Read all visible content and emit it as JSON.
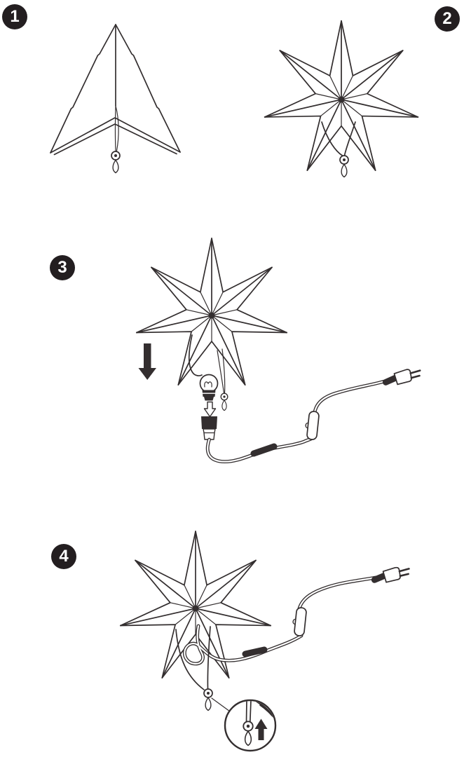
{
  "document": {
    "kind": "assembly-instruction-sheet",
    "colors": {
      "ink": "#332e2f",
      "badge_background": "#231e20",
      "badge_text": "#ffffff",
      "background": "#ffffff"
    },
    "steps": [
      {
        "number": "1",
        "icon": "folded-star-icon"
      },
      {
        "number": "2",
        "icon": "unfolded-star-icon"
      },
      {
        "number": "3",
        "icon": "insert-bulb-socket-cord-icon"
      },
      {
        "number": "4",
        "icon": "assembled-star-with-cord-icon"
      }
    ],
    "symbols": [
      "push-down-arrow-icon",
      "insert-bulb-arrow-icon",
      "pull-up-arrow-icon",
      "magnifier-detail-circle",
      "cord-stopper-icon",
      "power-plug-icon",
      "inline-switch-icon",
      "light-bulb-icon",
      "lamp-socket-icon"
    ]
  }
}
